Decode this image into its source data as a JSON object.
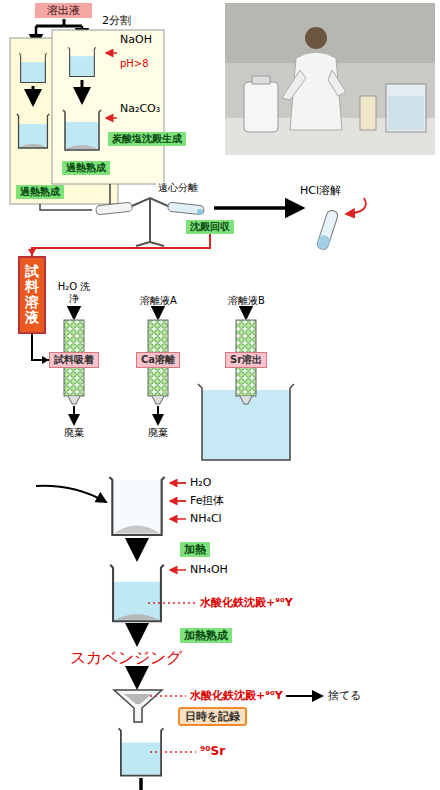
{
  "diagram": {
    "nodes": [
      {
        "text": [
          "溶出液"
        ]
      },
      {
        "text": [
          "過熱熟成"
        ]
      },
      {
        "text": [
          "炭酸塩沈殿生成"
        ]
      },
      {
        "text": [
          "過熱熟成"
        ]
      },
      {
        "text": [
          "沈殿回収"
        ]
      },
      {
        "text": [
          "試料溶液"
        ]
      },
      {
        "text": [
          "試料吸着"
        ]
      },
      {
        "text": [
          "Ca溶離"
        ]
      },
      {
        "text": [
          "Sr溶出"
        ]
      },
      {
        "text": [
          "加熱"
        ]
      },
      {
        "text": [
          "加熱熟成"
        ]
      },
      {
        "text": [
          "日時を記録"
        ]
      }
    ],
    "edges": [
      {
        "from": 4,
        "to": 5,
        "arrow": "to"
      },
      {
        "from": 5,
        "to": 6,
        "arrow": "to"
      }
    ],
    "labels": [
      "2分割",
      "NaOH",
      "pH>8",
      "Na₂CO₃",
      "遠心分離",
      "HCl溶解",
      "H₂O 洗浄",
      "溶離液A",
      "溶離液B",
      "廃棄",
      "廃棄",
      "H₂O",
      "Fe担体",
      "NH₄Cl",
      "NH₄OH",
      "水酸化鉄沈殿+⁹⁰Y",
      "スカベンジング",
      "水酸化鉄沈殿+⁹⁰Y",
      "捨てる",
      "⁹⁰Sr"
    ]
  }
}
